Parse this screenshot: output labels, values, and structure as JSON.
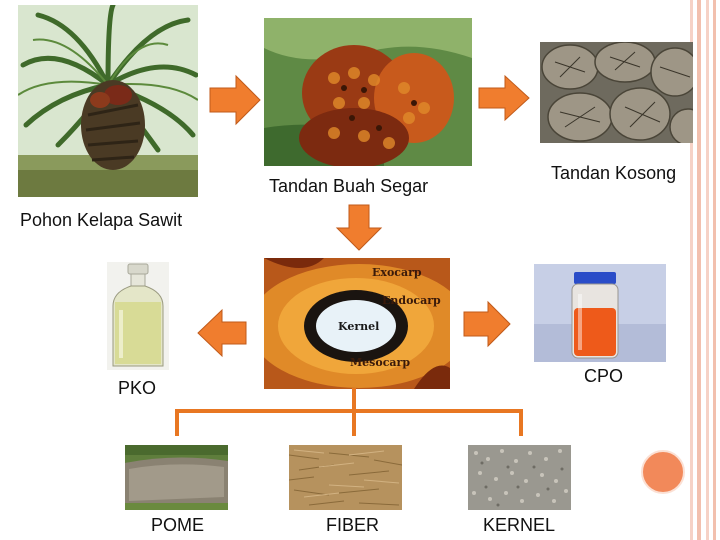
{
  "labels": {
    "tree": "Pohon Kelapa Sawit",
    "fresh_bunch": "Tandan Buah Segar",
    "empty_bunch": "Tandan Kosong",
    "pko": "PKO",
    "cpo": "CPO",
    "pome": "POME",
    "fiber": "FIBER",
    "kernel": "KERNEL"
  },
  "fruit_diagram": {
    "exocarp": "Exocarp",
    "endocarp": "Endocarp",
    "kernel": "Kernel",
    "mesocarp": "Mesocarp"
  },
  "colors": {
    "arrow_fill": "#f07d2e",
    "bracket": "#e87722",
    "border_stripe": "#f4c8b8",
    "dot": "#f2895a"
  }
}
